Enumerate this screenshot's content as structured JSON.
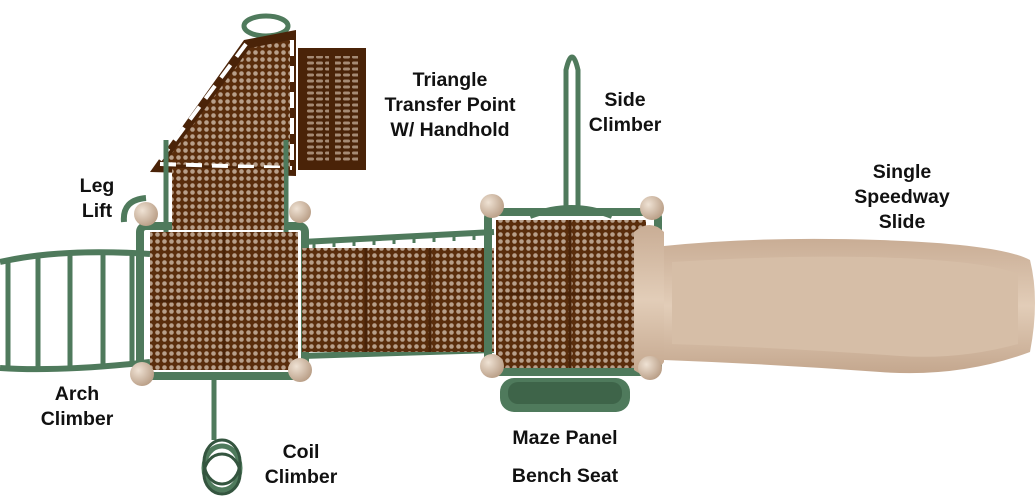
{
  "colors": {
    "deck": "#5a2d0c",
    "deck_dark": "#3f1d06",
    "rail_green": "#4f7a5c",
    "rail_green_dark": "#34553f",
    "tan": "#d9c0a8",
    "tan_shadow": "#b89c84",
    "mesh_hole": "#b89f8a"
  },
  "labels": {
    "triangle_transfer": [
      "Triangle",
      "Transfer Point",
      "W/ Handhold"
    ],
    "side_climber": [
      "Side",
      "Climber"
    ],
    "single_speedway_slide": [
      "Single",
      "Speedway",
      "Slide"
    ],
    "leg_lift": [
      "Leg",
      "Lift"
    ],
    "arch_climber": [
      "Arch",
      "Climber"
    ],
    "coil_climber": [
      "Coil",
      "Climber"
    ],
    "maze_panel": "Maze Panel",
    "bench_seat": "Bench Seat"
  }
}
